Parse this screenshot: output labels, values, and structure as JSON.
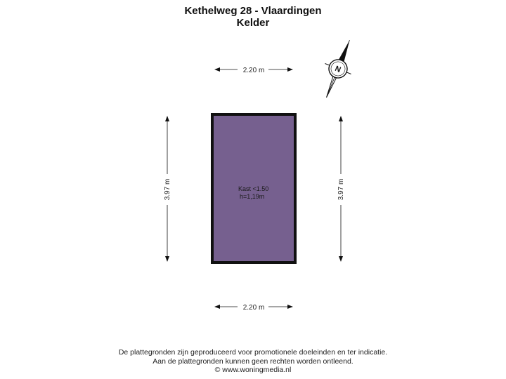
{
  "header": {
    "address": "Kethelweg 28 - Vlaardingen",
    "floor": "Kelder"
  },
  "plan": {
    "room": {
      "name": "Kast <1.50",
      "height_note": "h=1,19m",
      "fill_color": "#76608f",
      "wall_color": "#111111"
    },
    "dimensions": {
      "top": "2.20 m",
      "bottom": "2.20 m",
      "left": "3.97 m",
      "right": "3.97 m"
    },
    "compass": {
      "letter": "N",
      "icon": "north-arrow-icon"
    }
  },
  "footer": {
    "line1": "De plattegronden zijn geproduceerd voor promotionele doeleinden en ter indicatie.",
    "line2": "Aan de plattegronden kunnen geen rechten worden ontleend.",
    "line3": "© www.woningmedia.nl"
  }
}
